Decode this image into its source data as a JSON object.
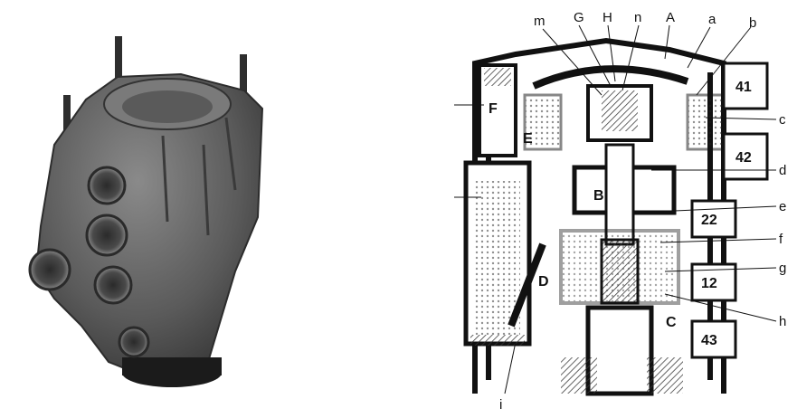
{
  "photo": {
    "subject": "trailer-control-valve-photo",
    "colors": {
      "body": "#5f5f5f",
      "shadow": "#3a3a3a",
      "highlight": "#9a9a9a",
      "base": "#1b1b1b"
    }
  },
  "schematic": {
    "top_labels": [
      "m",
      "G",
      "H",
      "n",
      "A",
      "a",
      "b"
    ],
    "right_labels": [
      "c",
      "d",
      "e",
      "f",
      "g",
      "h"
    ],
    "bottom_labels": [
      "i"
    ],
    "chambers": [
      "F",
      "E",
      "B",
      "D",
      "C"
    ],
    "ports": [
      "41",
      "42",
      "22",
      "12",
      "43"
    ],
    "colors": {
      "wall": "#111111",
      "hatch": "#444444",
      "paper": "#ffffff"
    }
  }
}
